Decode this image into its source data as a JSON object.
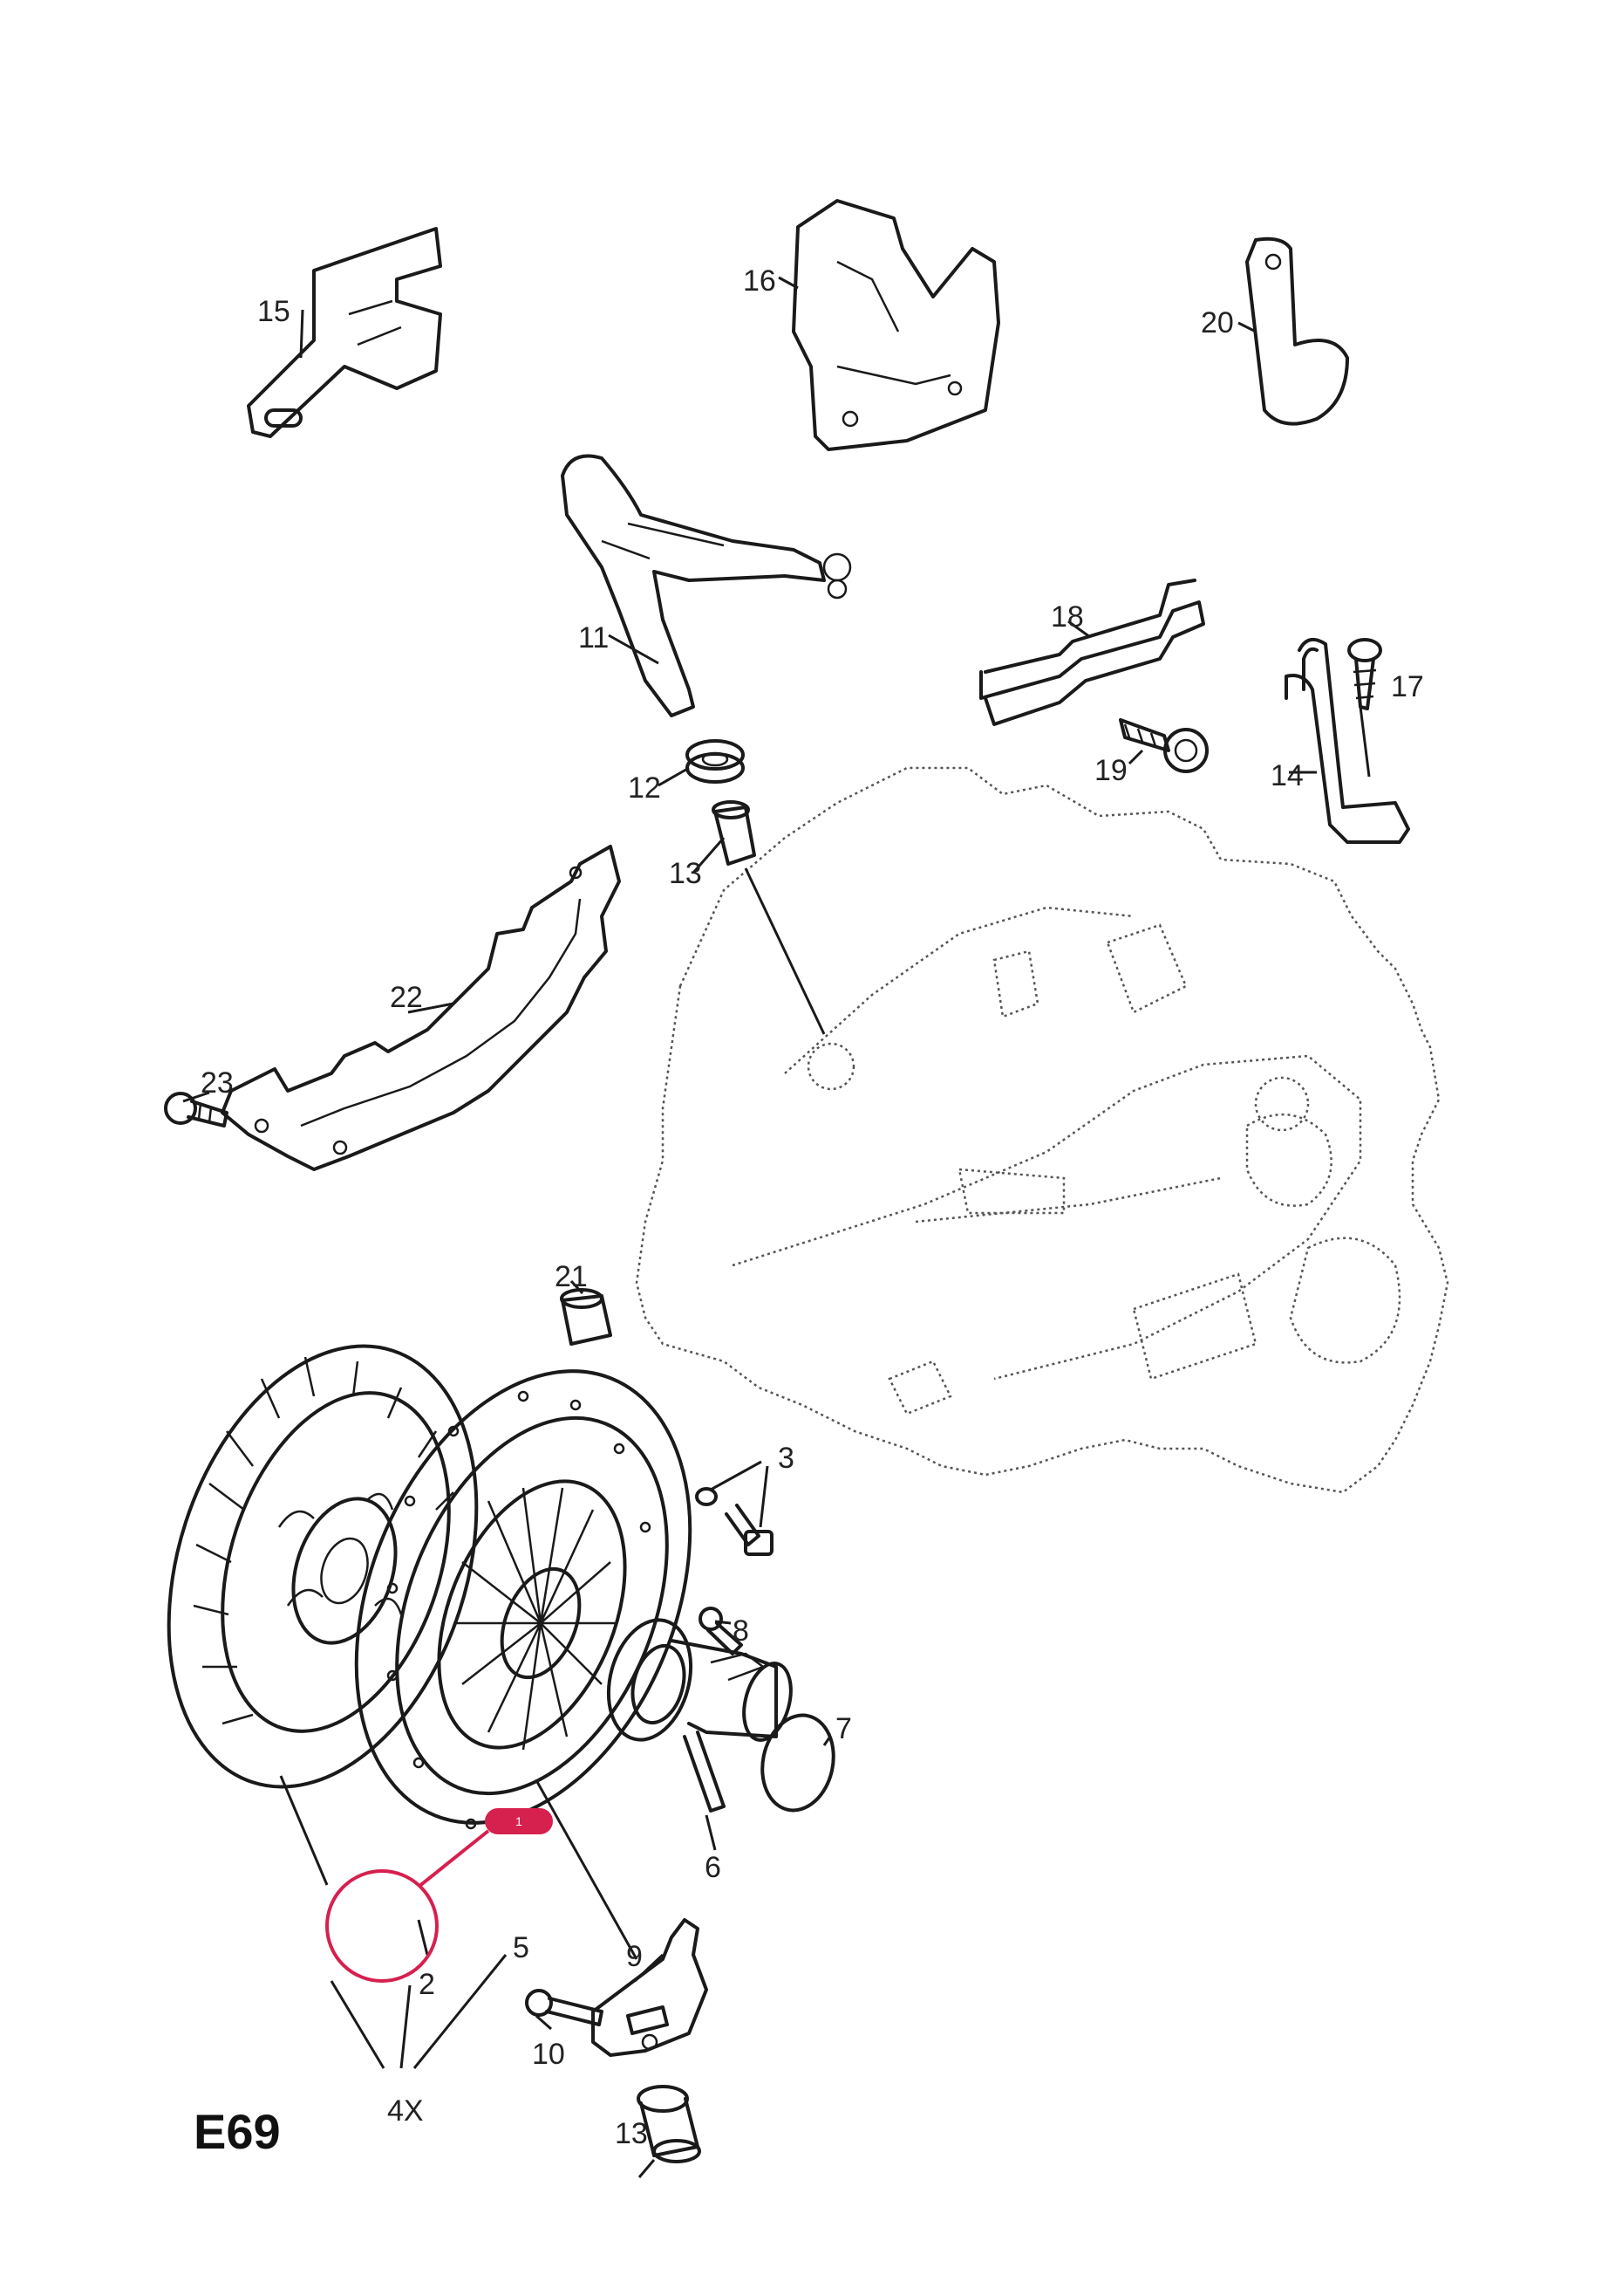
{
  "sheet": {
    "code": "E69"
  },
  "callouts": [
    {
      "id": "15",
      "text": "15"
    },
    {
      "id": "16",
      "text": "16"
    },
    {
      "id": "20",
      "text": "20"
    },
    {
      "id": "11",
      "text": "11"
    },
    {
      "id": "18",
      "text": "18"
    },
    {
      "id": "17",
      "text": "17"
    },
    {
      "id": "19",
      "text": "19"
    },
    {
      "id": "14",
      "text": "14"
    },
    {
      "id": "12",
      "text": "12"
    },
    {
      "id": "13a",
      "text": "13"
    },
    {
      "id": "22",
      "text": "22"
    },
    {
      "id": "23",
      "text": "23"
    },
    {
      "id": "21",
      "text": "21"
    },
    {
      "id": "3",
      "text": "3"
    },
    {
      "id": "8",
      "text": "8"
    },
    {
      "id": "7",
      "text": "7"
    },
    {
      "id": "6",
      "text": "6"
    },
    {
      "id": "5",
      "text": "5"
    },
    {
      "id": "9",
      "text": "9"
    },
    {
      "id": "2",
      "text": "2"
    },
    {
      "id": "10",
      "text": "10"
    },
    {
      "id": "4x",
      "text": "4X"
    },
    {
      "id": "13b",
      "text": "13"
    }
  ],
  "hotspot": {
    "badge": "1",
    "color": "#d6204e"
  }
}
